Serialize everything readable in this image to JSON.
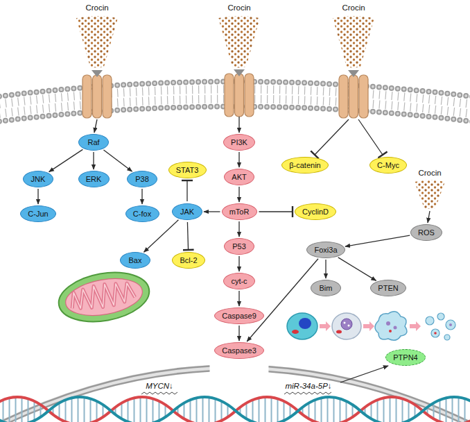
{
  "diagram": {
    "nodes": [
      {
        "text": [
          "Raf"
        ]
      },
      {
        "text": [
          "PI3K"
        ]
      },
      {
        "text": [
          "STAT3"
        ]
      },
      {
        "text": [
          "β-catenin"
        ]
      },
      {
        "text": [
          "C-Myc"
        ]
      },
      {
        "text": [
          "JNK"
        ]
      },
      {
        "text": [
          "ERK"
        ]
      },
      {
        "text": [
          "P38"
        ]
      },
      {
        "text": [
          "AKT"
        ]
      },
      {
        "text": [
          "C-Jun"
        ]
      },
      {
        "text": [
          "C-fox"
        ]
      },
      {
        "text": [
          "JAK"
        ]
      },
      {
        "text": [
          "mToR"
        ]
      },
      {
        "text": [
          "CyclinD"
        ]
      },
      {
        "text": [
          "ROS"
        ]
      },
      {
        "text": [
          "Foxi3a"
        ]
      },
      {
        "text": [
          "P53"
        ]
      },
      {
        "text": [
          "Bax"
        ]
      },
      {
        "text": [
          "Bcl-2"
        ]
      },
      {
        "text": [
          "cyt-c"
        ]
      },
      {
        "text": [
          "Bim"
        ]
      },
      {
        "text": [
          "PTEN"
        ]
      },
      {
        "text": [
          "Caspase9"
        ]
      },
      {
        "text": [
          "Caspase3"
        ]
      },
      {
        "text": [
          "PTPN4"
        ]
      }
    ],
    "edges": [
      {
        "from": 0,
        "to": 5,
        "arrow": "to"
      },
      {
        "from": 0,
        "to": 6,
        "arrow": "to"
      },
      {
        "from": 0,
        "to": 7,
        "arrow": "to"
      },
      {
        "from": 5,
        "to": 9,
        "arrow": "to"
      },
      {
        "from": 7,
        "to": 10,
        "arrow": "to"
      },
      {
        "from": 11,
        "to": 2,
        "arrow": "to"
      },
      {
        "from": 12,
        "to": 11,
        "arrow": "to"
      },
      {
        "from": 11,
        "to": 17,
        "arrow": "to"
      },
      {
        "from": 11,
        "to": 18,
        "arrow": "to"
      },
      {
        "from": 12,
        "to": 13,
        "arrow": "to"
      },
      {
        "from": 1,
        "to": 8,
        "arrow": "to"
      },
      {
        "from": 8,
        "to": 12,
        "arrow": "to"
      },
      {
        "from": 12,
        "to": 16,
        "arrow": "to"
      },
      {
        "from": 16,
        "to": 19,
        "arrow": "to"
      },
      {
        "from": 19,
        "to": 22,
        "arrow": "to"
      },
      {
        "from": 22,
        "to": 23,
        "arrow": "to"
      },
      {
        "from": 14,
        "to": 15,
        "arrow": "to"
      },
      {
        "from": 15,
        "to": 20,
        "arrow": "to"
      },
      {
        "from": 15,
        "to": 21,
        "arrow": "to"
      },
      {
        "from": 15,
        "to": 23,
        "arrow": "to"
      }
    ],
    "labels": [
      "Crocin",
      "Crocin",
      "Crocin",
      "Crocin",
      "MYCN↓",
      "miR-34a-5P↓"
    ]
  }
}
